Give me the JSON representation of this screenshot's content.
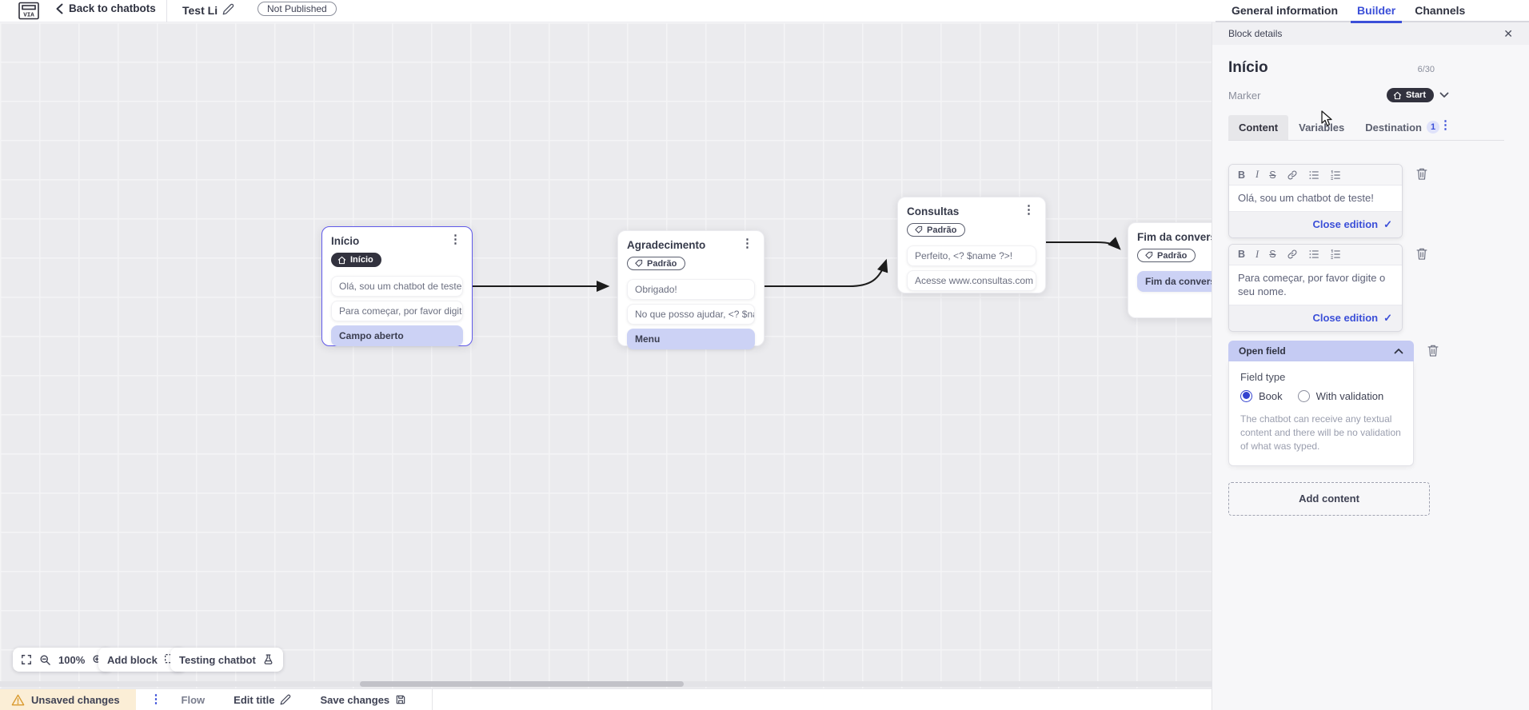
{
  "icons": {
    "close": "✕",
    "check": "✓",
    "more_vertical": "⋮"
  },
  "topbar": {
    "logo_text": "VIA",
    "back": "Back to chatbots",
    "title": "Test Li",
    "status_badge": "Not Published",
    "tabs": [
      {
        "label": "General information"
      },
      {
        "label": "Builder"
      },
      {
        "label": "Channels"
      }
    ]
  },
  "canvas": {
    "blocks": [
      {
        "title": "Início",
        "tag": "Início",
        "items": [
          {
            "text": "Olá, sou um chatbot de teste!"
          },
          {
            "text": "Para começar, por favor digite o ..."
          },
          {
            "text": "Campo aberto"
          }
        ]
      },
      {
        "title": "Agradecimento",
        "tag": "Padrão",
        "items": [
          {
            "text": "Obrigado!"
          },
          {
            "text": "No que posso ajudar, <? $name ..."
          },
          {
            "text": "Menu"
          }
        ]
      },
      {
        "title": "Consultas",
        "tag": "Padrão",
        "items": [
          {
            "text": "Perfeito, <? $name ?>!"
          },
          {
            "text": "Acesse www.consultas.com par..."
          }
        ]
      },
      {
        "title": "Fim da conversa",
        "tag": "Padrão",
        "items": [
          {
            "text": "Fim da conversa"
          }
        ]
      }
    ],
    "controls": {
      "zoom_level": "100%",
      "add_block": "Add block",
      "testing_chatbot": "Testing chatbot"
    }
  },
  "panel": {
    "header": "Block details",
    "block_name": "Início",
    "name_counter": "6/30",
    "marker_label": "Marker",
    "marker_value": "Start",
    "tabs": [
      {
        "label": "Content"
      },
      {
        "label": "Variables"
      },
      {
        "label": "Destination",
        "badge": "1"
      }
    ],
    "toolbar": {
      "bold": "B",
      "italic": "I",
      "strike": "S"
    },
    "editors": [
      {
        "text": "Olá, sou um chatbot de teste!",
        "action": "Close edition"
      },
      {
        "text": "Para começar, por favor digite o seu nome.",
        "action": "Close edition"
      }
    ],
    "open_field": {
      "title": "Open field",
      "field_type_label": "Field type",
      "options": [
        {
          "label": "Book"
        },
        {
          "label": "With validation"
        }
      ],
      "description": "The chatbot can receive any textual content and there will be no validation of what was typed."
    },
    "add_content": "Add content"
  },
  "statusbar": {
    "unsaved": "Unsaved changes",
    "flow": "Flow",
    "edit_title": "Edit title",
    "save": "Save changes"
  }
}
